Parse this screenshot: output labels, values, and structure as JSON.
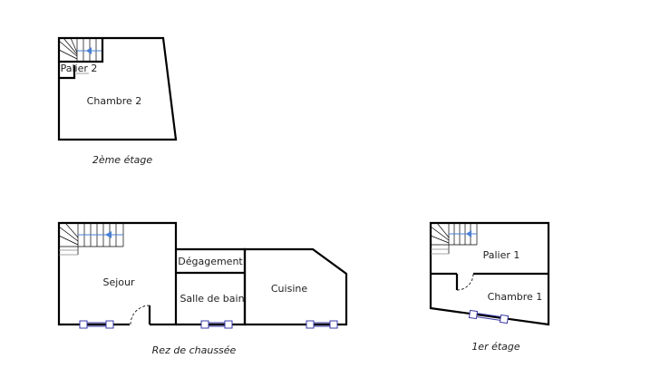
{
  "floors": {
    "second": {
      "caption": "2ème étage",
      "rooms": [
        "Palier 2",
        "Chambre 2"
      ]
    },
    "ground": {
      "caption": "Rez de chaussée",
      "rooms": [
        "Sejour",
        "Dégagement",
        "Salle de bain",
        "Cuisine"
      ]
    },
    "first": {
      "caption": "1er étage",
      "rooms": [
        "Palier 1",
        "Chambre 1"
      ]
    }
  },
  "colors": {
    "wall": "#000000",
    "stair_arrow": "#4a7fd4",
    "window": "#3a3aa8"
  }
}
